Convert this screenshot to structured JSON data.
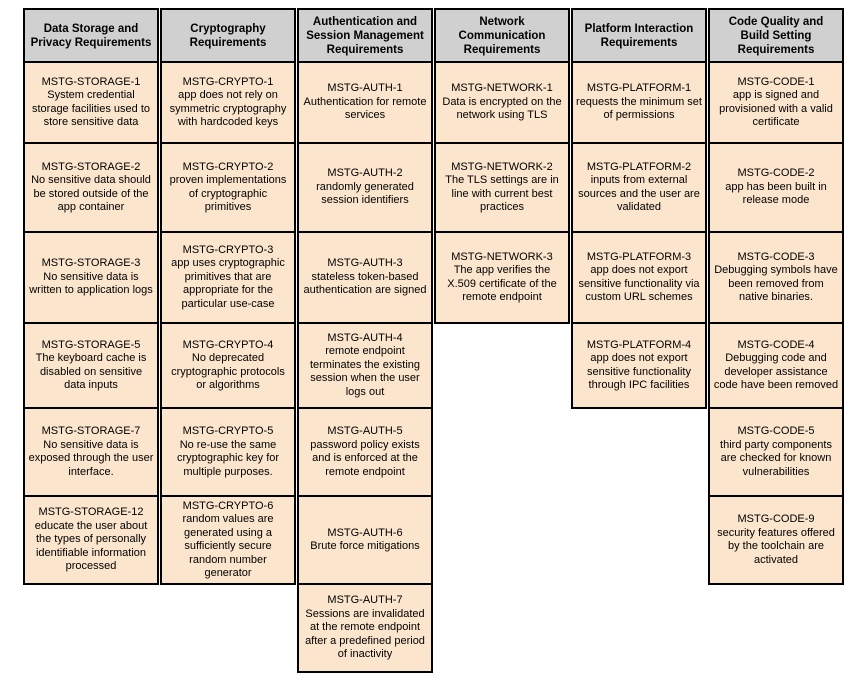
{
  "colors": {
    "header_bg": "#d0d0d0",
    "cell_bg": "#fce5cd",
    "border": "#000000",
    "page_bg": "#ffffff"
  },
  "table": {
    "columns": [
      {
        "header": "Data Storage and Privacy Requirements",
        "cells": [
          {
            "code": "MSTG-STORAGE-1",
            "desc": "System credential storage facilities used to store sensitive data"
          },
          {
            "code": "MSTG-STORAGE-2",
            "desc": "No sensitive data should be stored outside of the app container"
          },
          {
            "code": "MSTG-STORAGE-3",
            "desc": "No sensitive data is written to application logs"
          },
          {
            "code": "MSTG-STORAGE-5",
            "desc": "The keyboard cache is disabled on sensitive data inputs"
          },
          {
            "code": "MSTG-STORAGE-7",
            "desc": "No sensitive data is exposed through the user interface."
          },
          {
            "code": "MSTG-STORAGE-12",
            "desc": "educate the user about the types of personally identifiable information processed"
          }
        ]
      },
      {
        "header": "Cryptography Requirements",
        "cells": [
          {
            "code": "MSTG-CRYPTO-1",
            "desc": "app does not rely on symmetric cryptography with hardcoded keys"
          },
          {
            "code": "MSTG-CRYPTO-2",
            "desc": "proven implementations of cryptographic primitives"
          },
          {
            "code": "MSTG-CRYPTO-3",
            "desc": "app uses cryptographic primitives that are appropriate for the particular use-case"
          },
          {
            "code": "MSTG-CRYPTO-4",
            "desc": "No deprecated cryptographic protocols or algorithms"
          },
          {
            "code": "MSTG-CRYPTO-5",
            "desc": "No re-use the same cryptographic key for multiple purposes."
          },
          {
            "code": "MSTG-CRYPTO-6",
            "desc": "random values are generated using a sufficiently secure random number generator"
          }
        ]
      },
      {
        "header": "Authentication and Session Management Requirements",
        "cells": [
          {
            "code": "MSTG-AUTH-1",
            "desc": "Authentication for remote services"
          },
          {
            "code": "MSTG-AUTH-2",
            "desc": "randomly generated session identifiers"
          },
          {
            "code": "MSTG-AUTH-3",
            "desc": "stateless token-based authentication are signed"
          },
          {
            "code": "MSTG-AUTH-4",
            "desc": "remote endpoint terminates the existing session when the user logs out"
          },
          {
            "code": "MSTG-AUTH-5",
            "desc": "password policy exists and is enforced at the remote endpoint"
          },
          {
            "code": "MSTG-AUTH-6",
            "desc": "Brute force mitigations"
          },
          {
            "code": "MSTG-AUTH-7",
            "desc": "Sessions are invalidated at the remote endpoint after a predefined period of inactivity"
          }
        ]
      },
      {
        "header": "Network Communication Requirements",
        "cells": [
          {
            "code": "MSTG-NETWORK-1",
            "desc": "Data is encrypted on the network using TLS"
          },
          {
            "code": "MSTG-NETWORK-2",
            "desc": "The TLS settings are in line with current best practices"
          },
          {
            "code": "MSTG-NETWORK-3",
            "desc": "The app verifies the X.509 certificate of the remote endpoint"
          }
        ]
      },
      {
        "header": "Platform Interaction Requirements",
        "cells": [
          {
            "code": "MSTG-PLATFORM-1",
            "desc": "requests the minimum set of permissions"
          },
          {
            "code": "MSTG-PLATFORM-2",
            "desc": "inputs from external sources and the user are validated"
          },
          {
            "code": "MSTG-PLATFORM-3",
            "desc": "app does not export sensitive functionality via custom URL schemes"
          },
          {
            "code": "MSTG-PLATFORM-4",
            "desc": "app does not export sensitive functionality through IPC facilities"
          }
        ]
      },
      {
        "header": "Code Quality and Build Setting Requirements",
        "cells": [
          {
            "code": "MSTG-CODE-1",
            "desc": "app is signed and provisioned with a valid certificate"
          },
          {
            "code": "MSTG-CODE-2",
            "desc": "app has been built in release mode"
          },
          {
            "code": "MSTG-CODE-3",
            "desc": "Debugging symbols have been removed from native binaries."
          },
          {
            "code": "MSTG-CODE-4",
            "desc": "Debugging code and developer assistance code have been removed"
          },
          {
            "code": "MSTG-CODE-5",
            "desc": "third party components are checked for known vulnerabilities"
          },
          {
            "code": "MSTG-CODE-9",
            "desc": "security features offered by the toolchain are activated"
          }
        ]
      }
    ]
  }
}
